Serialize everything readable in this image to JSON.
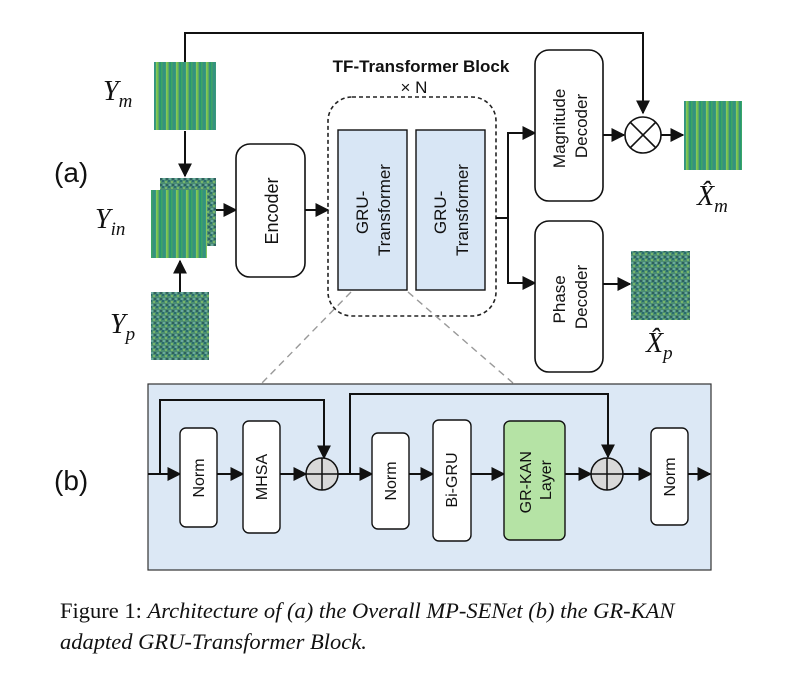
{
  "labels": {
    "a": "(a)",
    "b": "(b)",
    "tf_block_title": "TF-Transformer Block",
    "tf_block_repeat": "× N",
    "ym_main": "Y",
    "ym_sub": "m",
    "yin_main": "Y",
    "yin_sub": "in",
    "yp_main": "Y",
    "yp_sub": "p",
    "xm_main": "X̂",
    "xm_sub": "m",
    "xp_main": "X̂",
    "xp_sub": "p"
  },
  "top_blocks": {
    "encoder": "Encoder",
    "gru_transformer_1": [
      "GRU-",
      "Transformer"
    ],
    "gru_transformer_2": [
      "GRU-",
      "Transformer"
    ],
    "magnitude_decoder": [
      "Magnitude",
      "Decoder"
    ],
    "phase_decoder": [
      "Phase",
      "Decoder"
    ]
  },
  "bottom_blocks": {
    "norm1": "Norm",
    "mhsa": "MHSA",
    "norm2": "Norm",
    "bigru": "Bi-GRU",
    "grkan": [
      "GR-KAN",
      "Layer"
    ],
    "norm3": "Norm"
  },
  "caption": {
    "prefix": "Figure 1: ",
    "italic": "Architecture of (a) the Overall MP-SENet (b) the GR-KAN adapted GRU-Transformer Block."
  },
  "colors": {
    "transformer_fill": "#d8e6f5",
    "panel_fill": "#dce8f5",
    "grkan_fill": "#b5e3a5",
    "spec_green": "#2f9e6a",
    "noise": "#4a8f73"
  }
}
